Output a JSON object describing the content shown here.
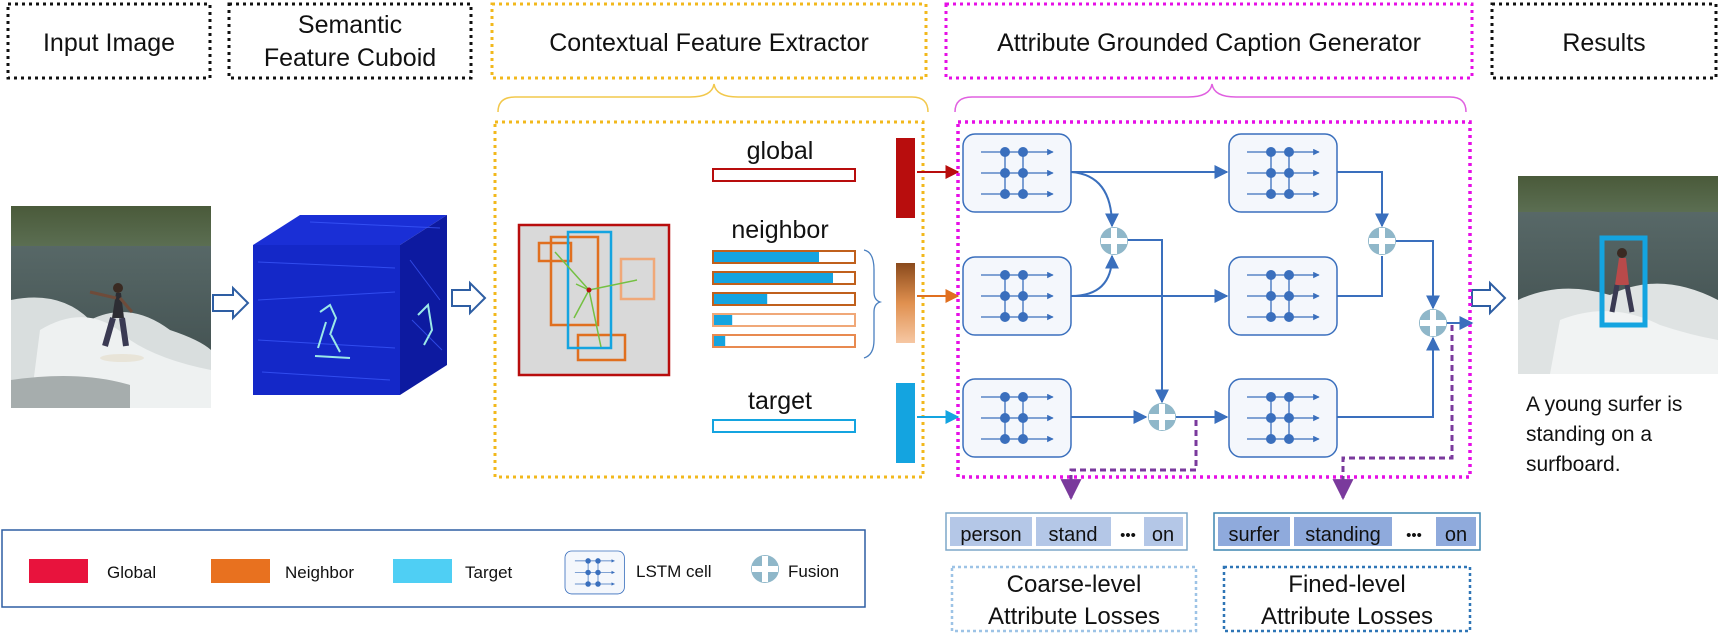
{
  "stages": {
    "input_image": "Input Image",
    "cuboid_line1": "Semantic",
    "cuboid_line2": "Feature Cuboid",
    "extractor": "Contextual Feature Extractor",
    "generator": "Attribute Grounded Caption Generator",
    "results": "Results"
  },
  "features": {
    "global": "global",
    "neighbor": "neighbor",
    "target": "target",
    "neighbor_bar_fill": [
      0.75,
      0.85,
      0.38,
      0.13,
      0.08
    ]
  },
  "caption": {
    "line1": "A young surfer is",
    "line2": "standing on a",
    "line3": "surfboard."
  },
  "coarse_attributes": {
    "words": [
      "person",
      "stand",
      "on"
    ],
    "ellipsis": "•••",
    "label_line1": "Coarse-level",
    "label_line2": "Attribute Losses"
  },
  "fine_attributes": {
    "words": [
      "surfer",
      "standing",
      "on"
    ],
    "ellipsis": "•••",
    "label_line1": "Fined-level",
    "label_line2": "Attribute Losses"
  },
  "legend": {
    "global": "Global",
    "neighbor": "Neighbor",
    "target": "Target",
    "lstm": "LSTM cell",
    "fusion": "Fusion"
  },
  "colors": {
    "global": "#b80d0d",
    "neighbor": "#e06f1f",
    "target": "#14a4e0",
    "extractor_border": "#f2b81c",
    "generator_border": "#e60fe6",
    "lstm_blue": "#3a6fbd",
    "fusion": "#8fb7c9",
    "attr_purple": "#7a3a9c"
  }
}
